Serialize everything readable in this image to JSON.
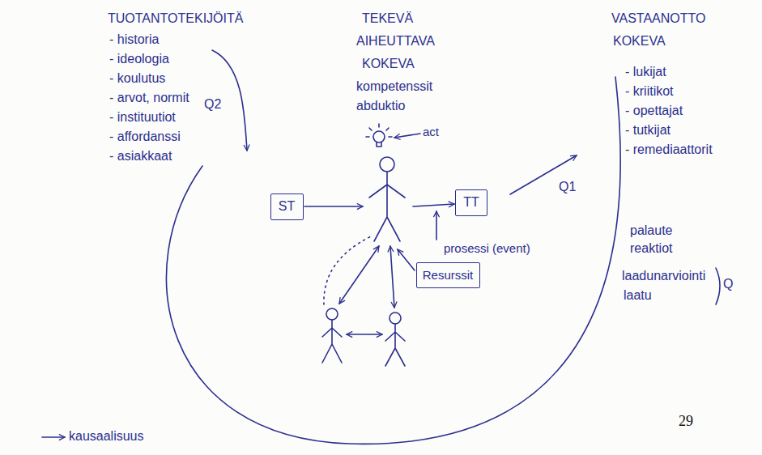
{
  "diagram": {
    "nodes": [
      {
        "text": [
          "ST"
        ]
      },
      {
        "text": [
          "TT"
        ]
      },
      {
        "text": [
          "Resurssit"
        ]
      }
    ],
    "labels": [
      "TUOTANTOTEKIJÖITÄ",
      "- historia",
      "- ideologia",
      "- koulutus",
      "- arvot, normit",
      "- instituutiot",
      "- affordanssi",
      "- asiakkaat",
      "Q2",
      "TEKEVÄ",
      "AIHEUTTAVA",
      "KOKEVA",
      "kompetenssit",
      "abduktio",
      "act",
      "prosessi (event)",
      "Q1",
      "VASTAANOTTO",
      "KOKEVA",
      "- lukijat",
      "- kriitikot",
      "- opettajat",
      "- tutkijat",
      "- remediaattorit",
      "palaute",
      "reaktiot",
      "laadunarviointi",
      "laatu",
      "Q",
      "kausaalisuus",
      "29"
    ]
  }
}
